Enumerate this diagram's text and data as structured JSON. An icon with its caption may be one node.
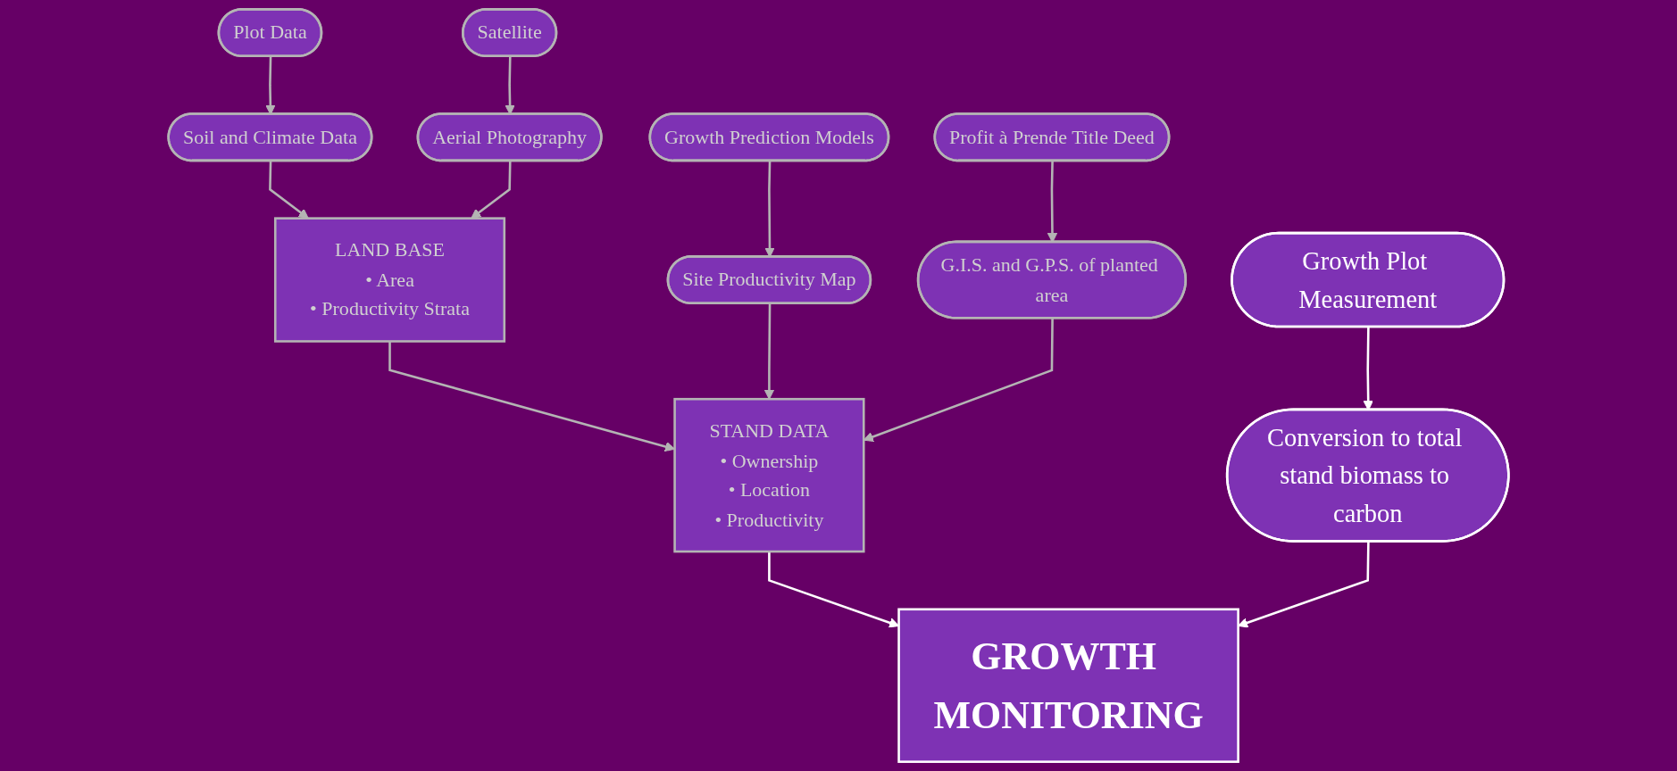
{
  "diagram": {
    "nodes": [
      {
        "text": [
          "Plot Data"
        ]
      },
      {
        "text": [
          "Soil and Climate Data"
        ]
      },
      {
        "text": [
          "LAND BASE",
          "• Area",
          "• Productivity Strata"
        ]
      },
      {
        "text": [
          "Aerial Photography"
        ]
      },
      {
        "text": [
          "Satellite"
        ]
      },
      {
        "text": [
          "Growth Prediction Models"
        ]
      },
      {
        "text": [
          "Site Productivity Map"
        ]
      },
      {
        "text": [
          "STAND DATA",
          "• Ownership",
          "• Location",
          "• Productivity"
        ]
      },
      {
        "text": [
          "G.I.S. and G.P.S. of planted area"
        ]
      },
      {
        "text": [
          "Profit à Prende Title Deed"
        ]
      },
      {
        "text": [
          "Growth Plot Measurement"
        ]
      },
      {
        "text": [
          "Conversion to total stand biomass to carbon"
        ]
      },
      {
        "text": [
          "GROWTH MONITORING"
        ]
      }
    ],
    "edges": [
      {
        "from": 0,
        "to": 1,
        "arrow": "to"
      },
      {
        "from": 1,
        "to": 2,
        "arrow": "to"
      },
      {
        "from": 4,
        "to": 3,
        "arrow": "to"
      },
      {
        "from": 3,
        "to": 2,
        "arrow": "to"
      },
      {
        "from": 2,
        "to": 7,
        "arrow": "to"
      },
      {
        "from": 5,
        "to": 6,
        "arrow": "to"
      },
      {
        "from": 6,
        "to": 7,
        "arrow": "to"
      },
      {
        "from": 9,
        "to": 8,
        "arrow": "to"
      },
      {
        "from": 8,
        "to": 7,
        "arrow": "to"
      },
      {
        "from": 7,
        "to": 12,
        "arrow": "to",
        "color": "#ffffff"
      },
      {
        "from": 10,
        "to": 11,
        "arrow": "to",
        "color": "#ffffff"
      },
      {
        "from": 11,
        "to": 12,
        "arrow": "to",
        "color": "#ffffff"
      }
    ]
  }
}
